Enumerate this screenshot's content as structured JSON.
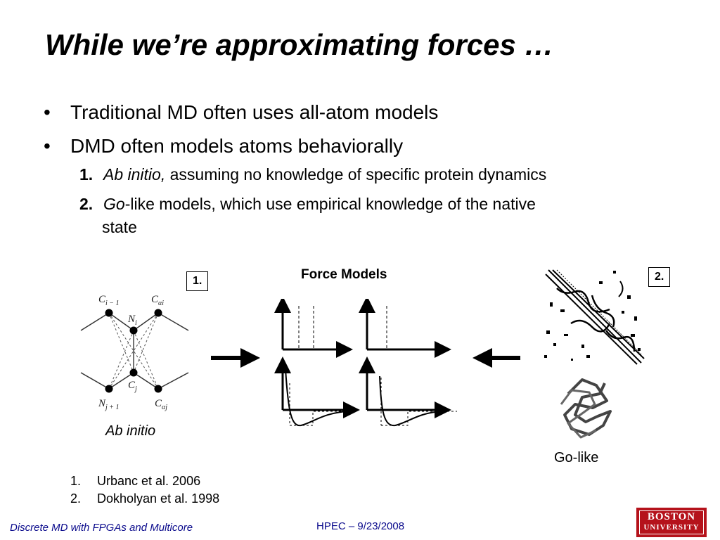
{
  "slide": {
    "title": "While we’re approximating forces …",
    "bullets": [
      "Traditional MD often uses all-atom models",
      "DMD often models atoms behaviorally"
    ],
    "subitems": [
      {
        "number": "1.",
        "emph": "Ab initio,",
        "text": " assuming no knowledge of specific protein dynamics"
      },
      {
        "number": "2.",
        "emph": "Go",
        "text": "-like models, which use empirical knowledge of the native",
        "continuation": "state"
      }
    ]
  },
  "figure": {
    "force_models_title": "Force Models",
    "box_label_1": "1.",
    "box_label_2": "2.",
    "ab_initio_caption": "Ab initio",
    "go_like_caption": "Go-like",
    "atom_labels": {
      "c_prev": "C",
      "c_prev_sub": "i − 1",
      "c_alpha_i": "C",
      "c_alpha_i_sub": "αi",
      "n_i": "N",
      "n_i_sub": "i",
      "c_j": "C",
      "c_j_sub": "j",
      "n_next": "N",
      "n_next_sub": "j + 1",
      "c_alpha_j": "C",
      "c_alpha_j_sub": "αj"
    }
  },
  "references": [
    {
      "n": "1.",
      "text": "Urbanc et al. 2006"
    },
    {
      "n": "2.",
      "text": "Dokholyan et al. 1998"
    }
  ],
  "footer": {
    "left": "Discrete MD with FPGAs and Multicore",
    "center": "HPEC  –  9/23/2008",
    "logo_line1": "BOSTON",
    "logo_line2": "UNIVERSITY"
  },
  "colors": {
    "footer_text": "#0a0a8c",
    "logo_red": "#b5121b"
  }
}
